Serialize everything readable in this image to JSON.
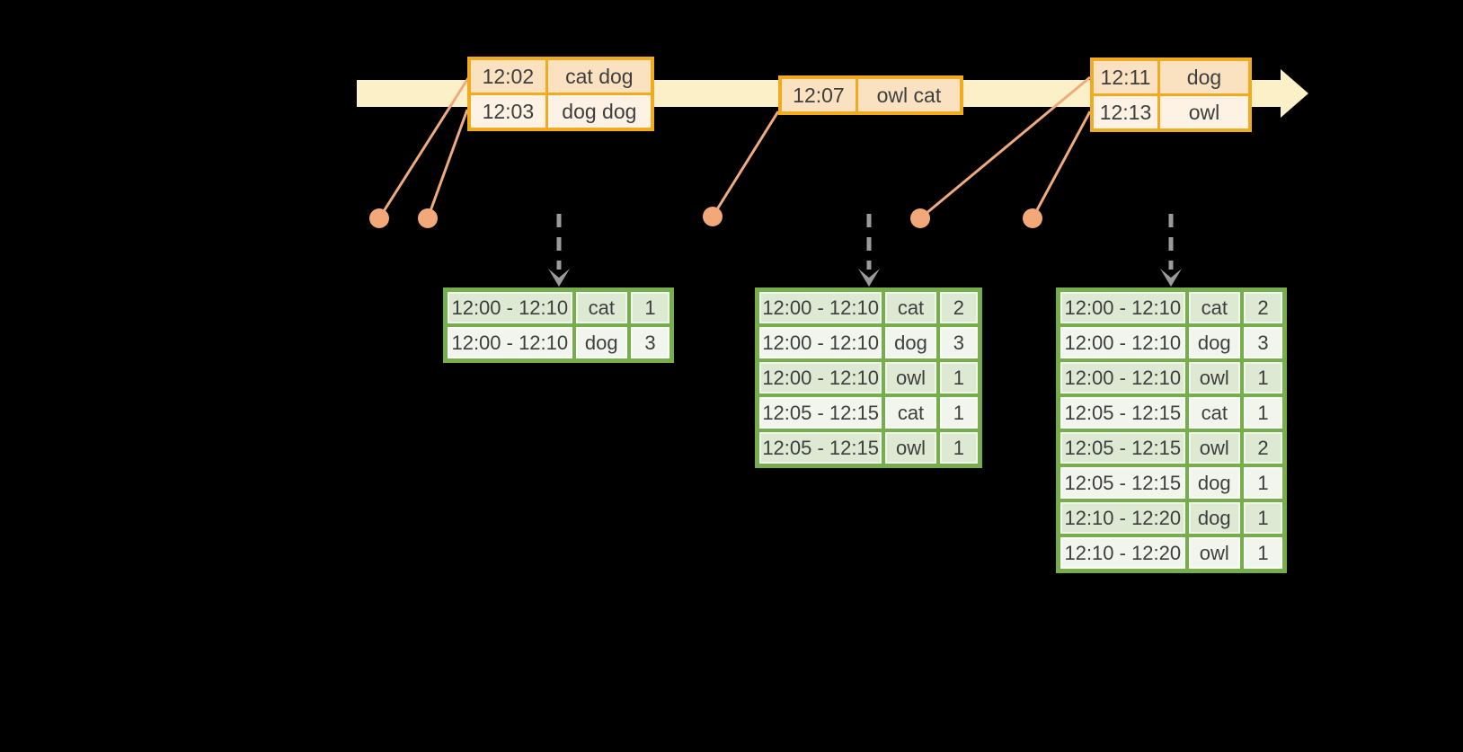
{
  "colors": {
    "background": "#000000",
    "timeline_band": "#FCF0C8",
    "event_border": "#F0AC1E",
    "event_row_dark": "#FAE2C1",
    "event_row_light": "#FDF2E3",
    "result_border": "#77AD4C",
    "result_row_dark": "#DEE9D4",
    "result_row_light": "#F1F5ED",
    "text": "#3E3E3E",
    "connector": "#EFAB7E",
    "connector_dot": "#F2A878",
    "trigger_arrow": "#9B9B9B"
  },
  "event_tables": [
    {
      "id": "event-table-12-02",
      "rows": [
        [
          "12:02",
          "cat dog"
        ],
        [
          "12:03",
          "dog dog"
        ]
      ]
    },
    {
      "id": "event-table-12-07",
      "rows": [
        [
          "12:07",
          "owl cat"
        ]
      ]
    },
    {
      "id": "event-table-12-11",
      "rows": [
        [
          "12:11",
          "dog"
        ],
        [
          "12:13",
          "owl"
        ]
      ]
    }
  ],
  "result_tables": [
    {
      "id": "result-table-1",
      "rows": [
        [
          "12:00 - 12:10",
          "cat",
          "1"
        ],
        [
          "12:00 - 12:10",
          "dog",
          "3"
        ]
      ]
    },
    {
      "id": "result-table-2",
      "rows": [
        [
          "12:00 - 12:10",
          "cat",
          "2"
        ],
        [
          "12:00 - 12:10",
          "dog",
          "3"
        ],
        [
          "12:00 - 12:10",
          "owl",
          "1"
        ],
        [
          "12:05 - 12:15",
          "cat",
          "1"
        ],
        [
          "12:05 - 12:15",
          "owl",
          "1"
        ]
      ]
    },
    {
      "id": "result-table-3",
      "rows": [
        [
          "12:00 - 12:10",
          "cat",
          "2"
        ],
        [
          "12:00 - 12:10",
          "dog",
          "3"
        ],
        [
          "12:00 - 12:10",
          "owl",
          "1"
        ],
        [
          "12:05 - 12:15",
          "cat",
          "1"
        ],
        [
          "12:05 - 12:15",
          "owl",
          "2"
        ],
        [
          "12:05 - 12:15",
          "dog",
          "1"
        ],
        [
          "12:10 - 12:20",
          "dog",
          "1"
        ],
        [
          "12:10 - 12:20",
          "owl",
          "1"
        ]
      ]
    }
  ]
}
